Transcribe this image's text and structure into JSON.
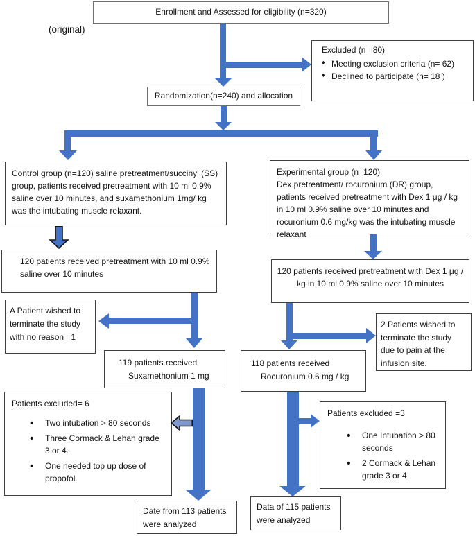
{
  "title_note": "(original)",
  "colors": {
    "arrow_blue": "#4472C4",
    "arrow_outline": "#141414",
    "arrow_light_fill": "#7E99CF",
    "box_border": "#3f3f3f",
    "background": "#ffffff"
  },
  "nodes": {
    "enrollment": {
      "text": "Enrollment and Assessed for eligibility (n=320)"
    },
    "excluded": {
      "title": "Excluded (n= 80)",
      "items": [
        "Meeting exclusion criteria (n=  62)",
        "Declined to participate (n= 18 )"
      ]
    },
    "randomization": {
      "text": "Randomization(n=240) and allocation"
    },
    "control_group": {
      "text": "Control group (n=120) saline pretreatment/succinyl (SS) group, patients received pretreatment with 10 ml 0.9% saline over 10 minutes, and suxamethonium 1mg/ kg was the intubating muscle relaxant."
    },
    "experimental_group": {
      "lines": [
        "Experimental group (n=120)",
        "Dex pretreatment/ rocuronium (DR) group, patients received pretreatment with Dex 1 μg / kg in 10 ml 0.9% saline over 10 minutes and rocuronium 0.6 mg/kg was the intubating muscle relaxant"
      ]
    },
    "saline_120": {
      "lines": [
        "120 patients received pretreatment with 10 ml 0.9%",
        "saline over 10 minutes"
      ]
    },
    "dex_120": {
      "lines": [
        "120 patients received pretreatment with Dex 1 μg /",
        "kg in 10 ml 0.9% saline over 10 minutes"
      ]
    },
    "terminate_1": {
      "lines": [
        "A Patient wished to",
        "terminate the study",
        "with no reason= 1"
      ]
    },
    "suxamethonium_119": {
      "lines": [
        "119 patients received",
        "Suxamethonium 1 mg"
      ]
    },
    "terminate_2": {
      "lines": [
        "2 Patients wished to",
        "terminate the study",
        "due to pain at the",
        "infusion site."
      ]
    },
    "rocuronium_118": {
      "lines": [
        "118 patients received",
        "Rocuronium 0.6 mg / kg"
      ]
    },
    "excluded_6": {
      "title": "Patients excluded= 6",
      "items": [
        "Two intubation > 80 seconds",
        "Three Cormack & Lehan grade 3 or 4.",
        "One needed top up dose of propofol."
      ]
    },
    "excluded_3": {
      "title": "Patients excluded =3",
      "items": [
        "One Intubation > 80 seconds",
        "2 Cormack & Lehan grade 3 or 4"
      ]
    },
    "analyzed_113": {
      "lines": [
        "Date from 113 patients",
        "were analyzed"
      ]
    },
    "analyzed_115": {
      "lines": [
        "Data of 115 patients",
        "were analyzed"
      ]
    }
  }
}
